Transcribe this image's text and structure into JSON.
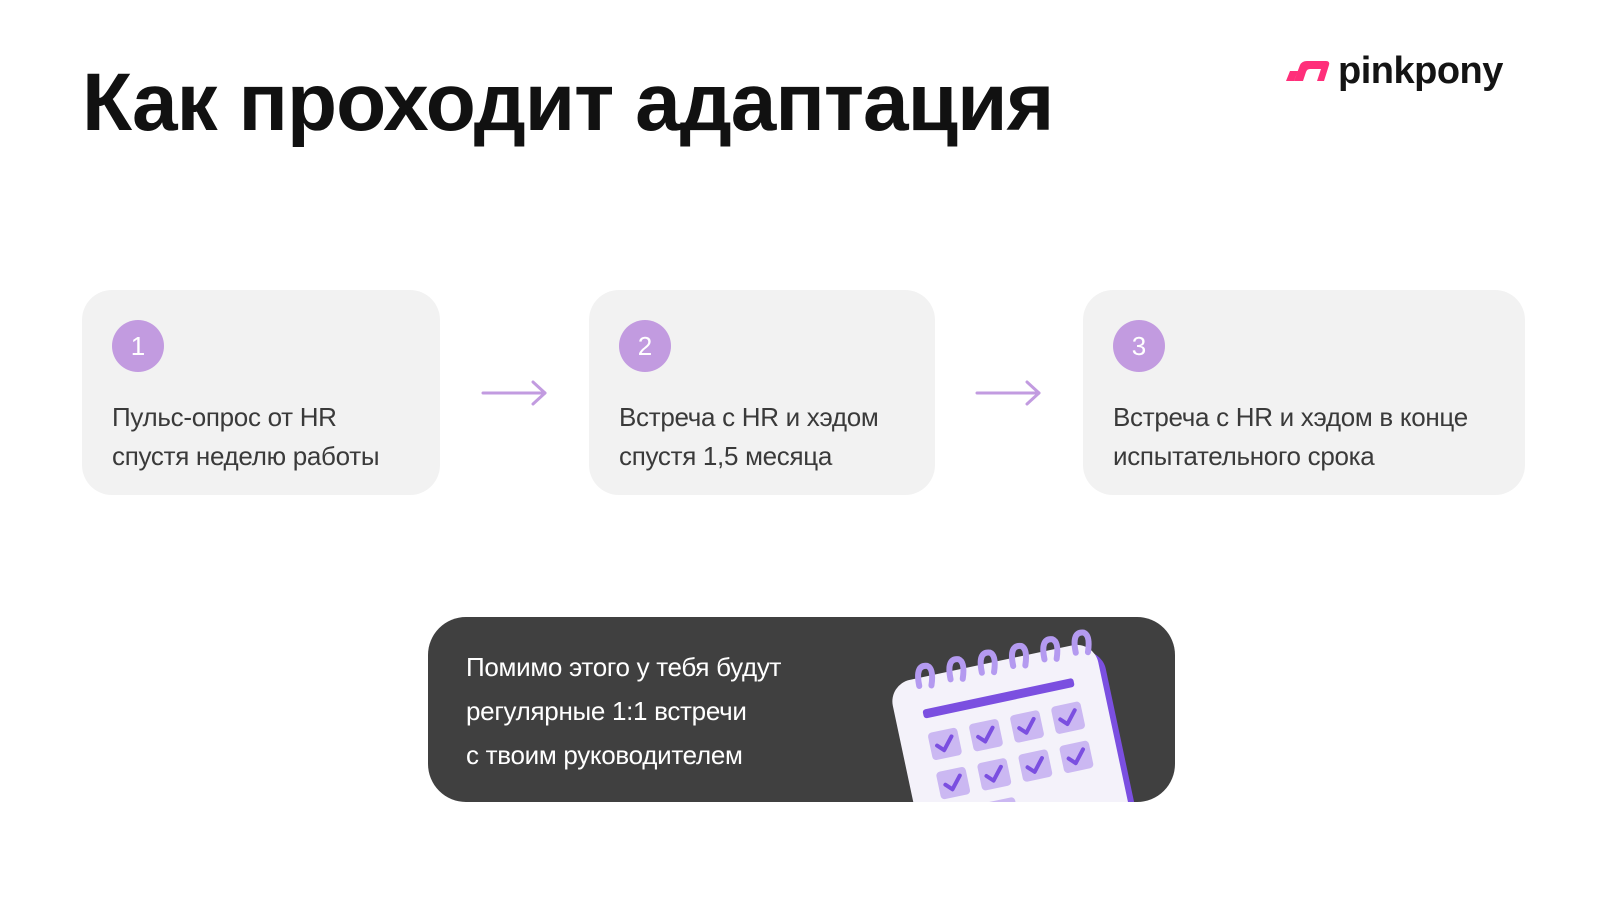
{
  "header": {
    "title": "Как проходит адаптация"
  },
  "logo": {
    "text": "pinkpony",
    "icon": "pinkpony-mark",
    "accent_color": "#ff2f7a"
  },
  "steps": [
    {
      "number": "1",
      "line1": "Пульс-опрос от HR",
      "line2": "спустя неделю работы"
    },
    {
      "number": "2",
      "line1": "Встреча с HR и хэдом",
      "line2": "спустя 1,5 месяца"
    },
    {
      "number": "3",
      "line1": "Встреча с HR и хэдом в конце",
      "line2": "испытательного срока"
    }
  ],
  "note": {
    "line1": "Помимо этого у тебя  будут",
    "line2": "регулярные 1:1 встречи",
    "line3": "с твоим руководителем",
    "illustration": "calendar-icon"
  },
  "colors": {
    "step_badge": "#c29be0",
    "arrow": "#c29be0",
    "card_bg": "#f2f2f2",
    "note_bg": "#404040",
    "calendar_accent": "#7b4fe0"
  }
}
